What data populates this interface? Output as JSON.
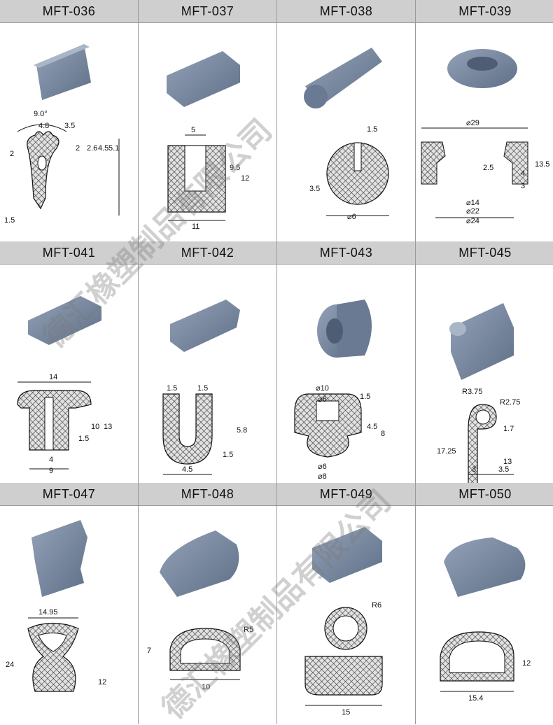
{
  "parts": [
    {
      "code": "MFT-036",
      "dims": [
        "9.0°",
        "4.8",
        "3.5",
        "2",
        "2",
        "2.6",
        "4.5",
        "5.1",
        "1.5"
      ]
    },
    {
      "code": "MFT-037",
      "dims": [
        "5",
        "9.5",
        "12",
        "11"
      ]
    },
    {
      "code": "MFT-038",
      "dims": [
        "1.5",
        "3.5",
        "⌀6"
      ]
    },
    {
      "code": "MFT-039",
      "dims": [
        "⌀29",
        "2.5",
        "13.5",
        "4",
        "3",
        "⌀14",
        "⌀22",
        "⌀24"
      ]
    },
    {
      "code": "MFT-041",
      "dims": [
        "14",
        "10",
        "13",
        "1.5",
        "4",
        "9"
      ]
    },
    {
      "code": "MFT-042",
      "dims": [
        "1.5",
        "1.5",
        "5.8",
        "1.5",
        "4.5"
      ]
    },
    {
      "code": "MFT-043",
      "dims": [
        "⌀10",
        "⌀6",
        "1.5",
        "4.5",
        "8",
        "⌀6",
        "⌀8"
      ]
    },
    {
      "code": "MFT-045",
      "dims": [
        "R3.75",
        "R2.75",
        "1.7",
        "17.25",
        "13",
        "3",
        "3.5"
      ]
    },
    {
      "code": "MFT-047",
      "dims": [
        "14.95",
        "24",
        "12"
      ]
    },
    {
      "code": "MFT-048",
      "dims": [
        "R5",
        "7",
        "10"
      ]
    },
    {
      "code": "MFT-049",
      "dims": [
        "R6",
        "15"
      ]
    },
    {
      "code": "MFT-050",
      "dims": [
        "12",
        "15.4"
      ]
    }
  ],
  "watermark": [
    "德汇橡塑制品有限公司",
    "德汇橡塑制品有限公司"
  ],
  "colors": {
    "header_bg": "#cfcfcf",
    "profile_fill": "#6f7f96",
    "section_fill": "#d7d7d7",
    "line": "#111111"
  }
}
